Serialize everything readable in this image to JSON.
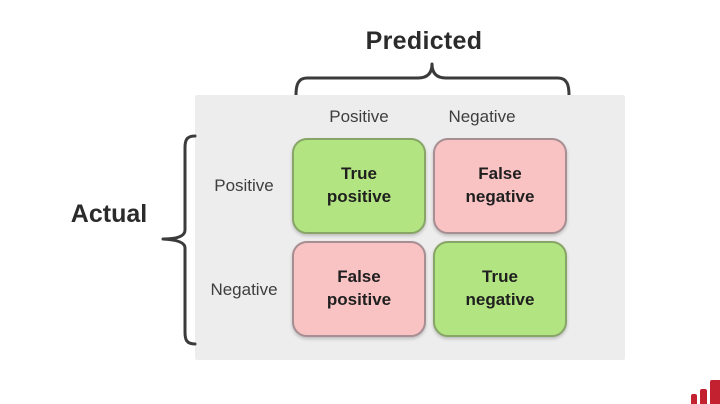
{
  "titles": {
    "predicted": "Predicted",
    "actual": "Actual"
  },
  "matrix": {
    "column_headers": [
      "Positive",
      "Negative"
    ],
    "row_headers": [
      "Positive",
      "Negative"
    ],
    "cells": [
      {
        "line1": "True",
        "line2": "positive",
        "tone": "green"
      },
      {
        "line1": "False",
        "line2": "negative",
        "tone": "pink"
      },
      {
        "line1": "False",
        "line2": "positive",
        "tone": "pink"
      },
      {
        "line1": "True",
        "line2": "negative",
        "tone": "green"
      }
    ]
  },
  "icons": {
    "watermark": "bar-chart-logo"
  },
  "colors": {
    "cell-green": "#b2e581",
    "cell-green-border": "#87a567",
    "cell-pink": "#f9c3c3",
    "cell-pink-border": "#a78e92",
    "panel-bg": "#ededed",
    "bracket": "#3b3b3b",
    "text-dark": "#2b2b2b",
    "logo-red": "#c42130"
  }
}
